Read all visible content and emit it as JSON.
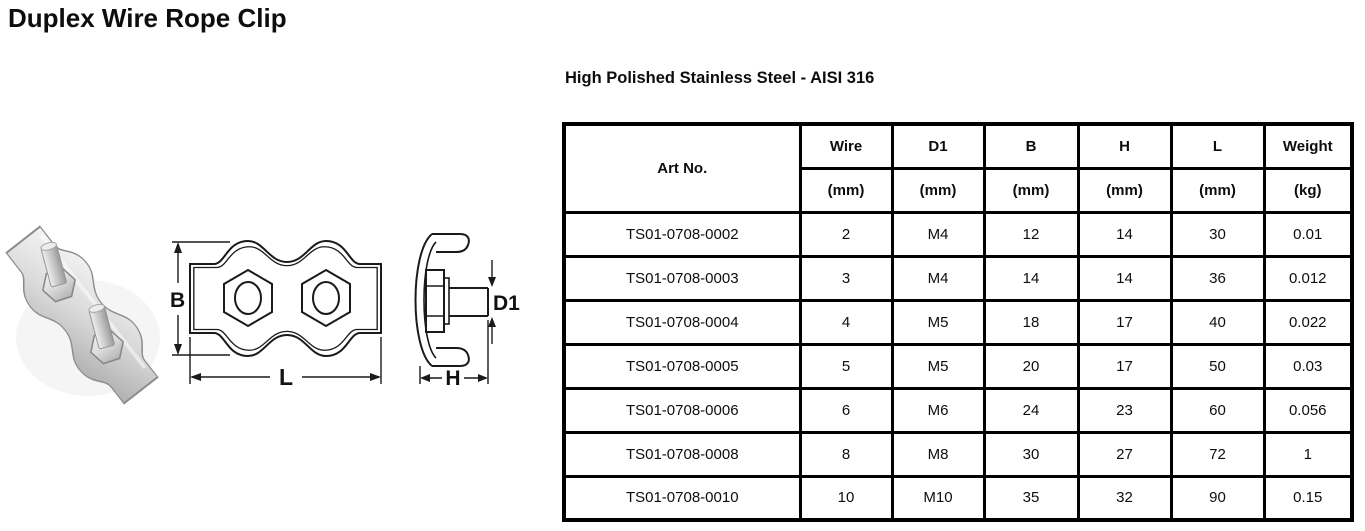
{
  "page": {
    "title": "Duplex Wire Rope Clip",
    "subtitle": "High Polished Stainless Steel - AISI 316"
  },
  "table": {
    "header": {
      "art_no": "Art No.",
      "columns": [
        "Wire",
        "D1",
        "B",
        "H",
        "L",
        "Weight"
      ],
      "units": [
        "(mm)",
        "(mm)",
        "(mm)",
        "(mm)",
        "(mm)",
        "(kg)"
      ]
    },
    "rows": [
      [
        "TS01-0708-0002",
        "2",
        "M4",
        "12",
        "14",
        "30",
        "0.01"
      ],
      [
        "TS01-0708-0003",
        "3",
        "M4",
        "14",
        "14",
        "36",
        "0.012"
      ],
      [
        "TS01-0708-0004",
        "4",
        "M5",
        "18",
        "17",
        "40",
        "0.022"
      ],
      [
        "TS01-0708-0005",
        "5",
        "M5",
        "20",
        "17",
        "50",
        "0.03"
      ],
      [
        "TS01-0708-0006",
        "6",
        "M6",
        "24",
        "23",
        "60",
        "0.056"
      ],
      [
        "TS01-0708-0008",
        "8",
        "M8",
        "30",
        "27",
        "72",
        "1"
      ],
      [
        "TS01-0708-0010",
        "10",
        "M10",
        "35",
        "32",
        "90",
        "0.15"
      ]
    ]
  },
  "diagram": {
    "labels": {
      "b": "B",
      "l": "L",
      "d1": "D1",
      "h": "H"
    }
  },
  "colors": {
    "line": "#1a1a1a",
    "text": "#000000",
    "background": "#ffffff"
  }
}
